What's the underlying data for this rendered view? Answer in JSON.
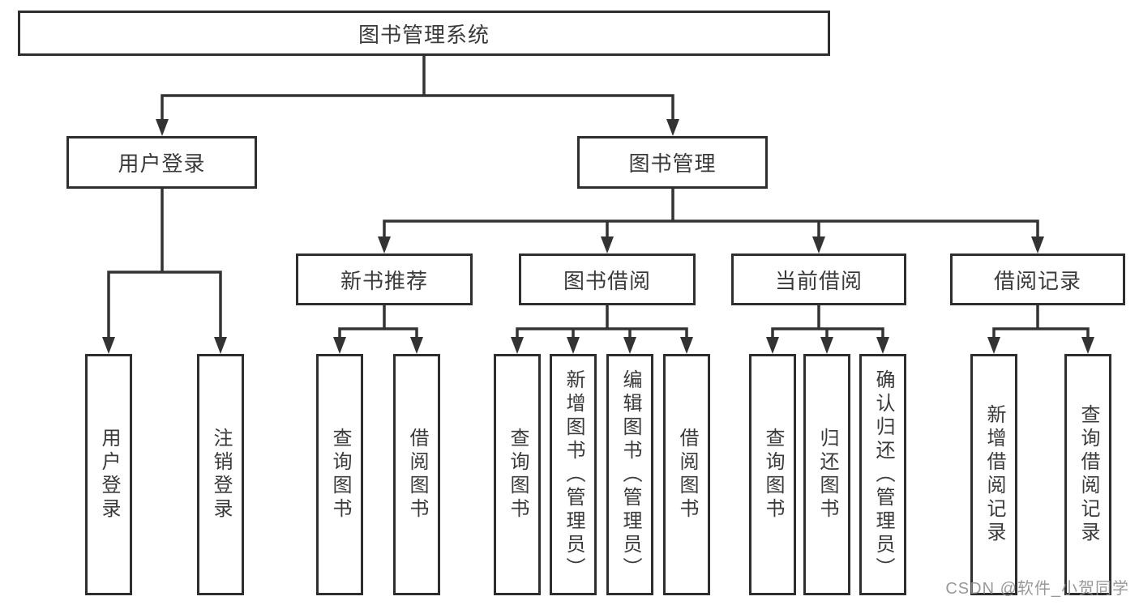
{
  "tree": {
    "label": "图书管理系统",
    "children": [
      {
        "label": "用户登录",
        "children": [
          {
            "label": "用户登录"
          },
          {
            "label": "注销登录"
          }
        ]
      },
      {
        "label": "图书管理",
        "children": [
          {
            "label": "新书推荐",
            "children": [
              {
                "label": "查询图书"
              },
              {
                "label": "借阅图书"
              }
            ]
          },
          {
            "label": "图书借阅",
            "children": [
              {
                "label": "查询图书"
              },
              {
                "label": "新增图书（管理员）"
              },
              {
                "label": "编辑图书（管理员）"
              },
              {
                "label": "借阅图书"
              }
            ]
          },
          {
            "label": "当前借阅",
            "children": [
              {
                "label": "查询图书"
              },
              {
                "label": "归还图书"
              },
              {
                "label": "确认归还（管理员）"
              }
            ]
          },
          {
            "label": "借阅记录",
            "children": [
              {
                "label": "新增借阅记录"
              },
              {
                "label": "查询借阅记录"
              }
            ]
          }
        ]
      }
    ]
  },
  "watermark": "CSDN @软件_小贺同学",
  "colors": {
    "line": "#333333",
    "box_border": "#2e2e2e",
    "box_background": "#ffffff",
    "text": "#3a3a3a",
    "watermark": "#8e8e8e"
  }
}
